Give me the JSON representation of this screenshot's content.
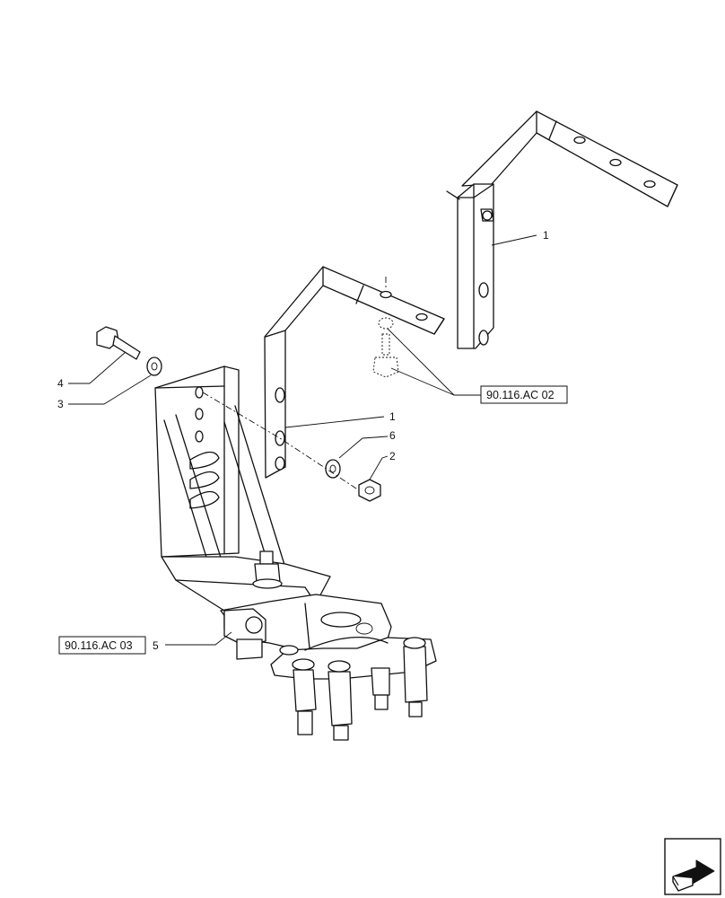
{
  "callouts": [
    {
      "id": "c1a",
      "text": "1"
    },
    {
      "id": "c1b",
      "text": "1"
    },
    {
      "id": "c2",
      "text": "2"
    },
    {
      "id": "c3",
      "text": "3"
    },
    {
      "id": "c4",
      "text": "4"
    },
    {
      "id": "c5",
      "text": "5"
    },
    {
      "id": "c6",
      "text": "6"
    }
  ],
  "references": [
    {
      "id": "ref_ac02",
      "text": "90.116.AC 02"
    },
    {
      "id": "ref_ac03",
      "text": "90.116.AC 03"
    }
  ],
  "nav_icon": "next-page-arrow-icon"
}
